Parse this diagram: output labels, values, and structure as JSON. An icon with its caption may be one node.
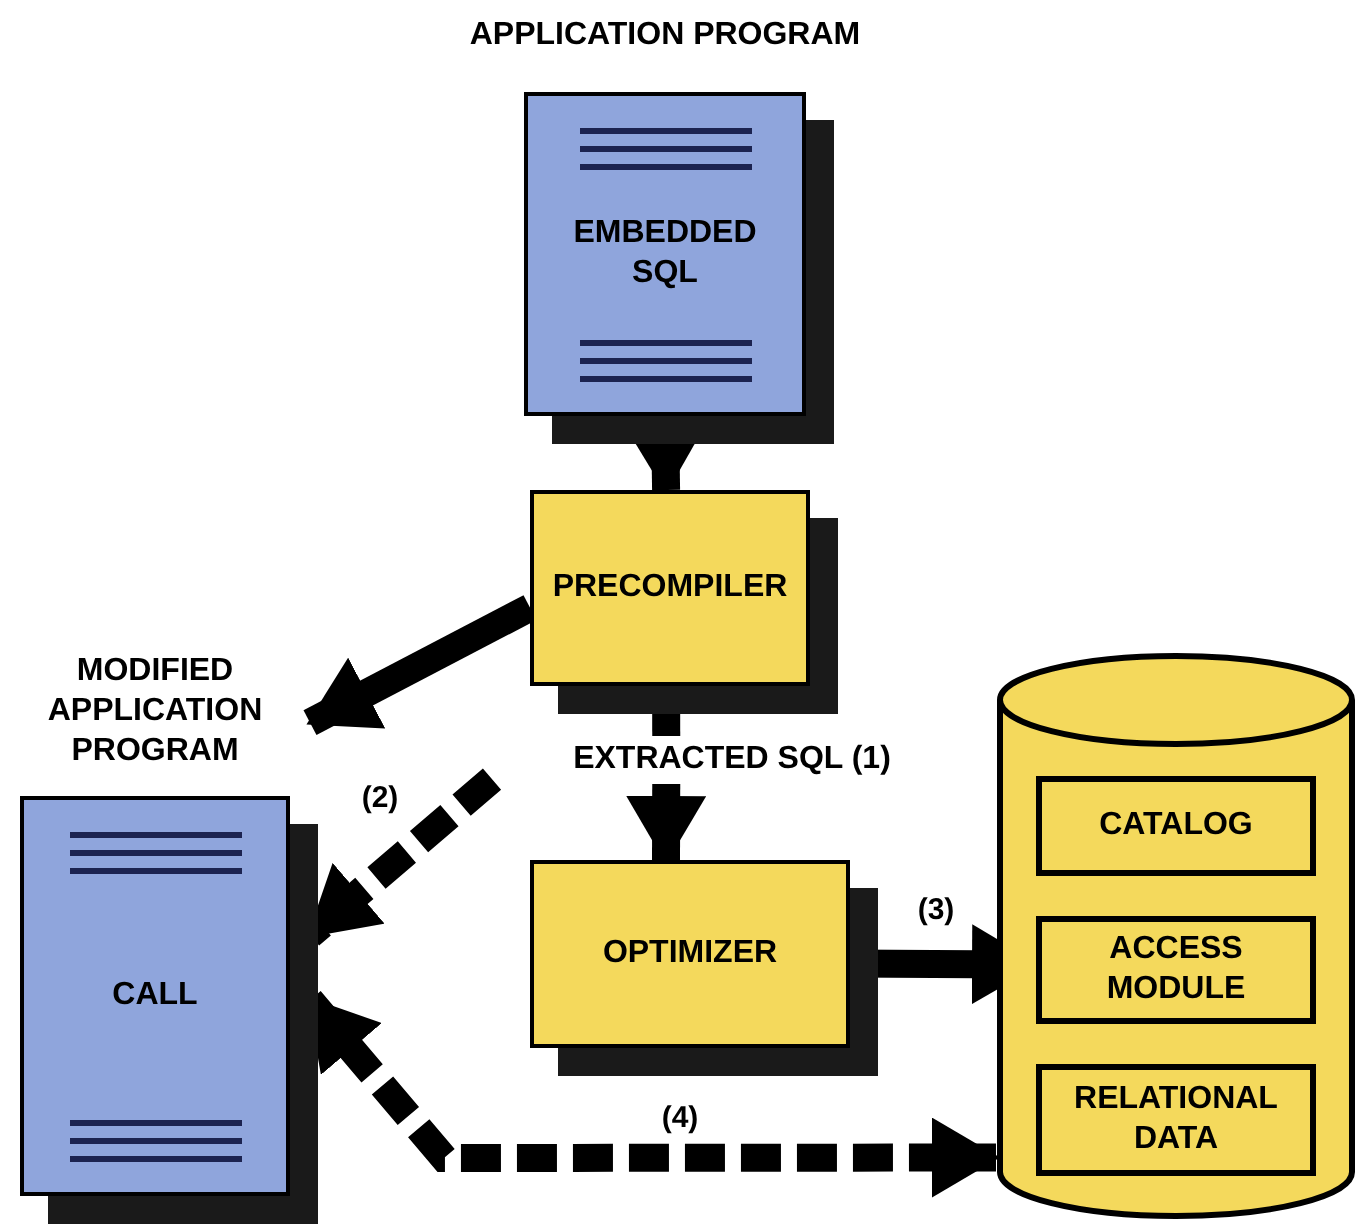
{
  "diagram": {
    "nodes": [
      {
        "text": [
          "APPLICATION PROGRAM",
          "EMBEDDED SQL"
        ]
      },
      {
        "text": [
          "PRECOMPILER"
        ]
      },
      {
        "text": [
          "MODIFIED APPLICATION PROGRAM",
          "CALL"
        ]
      },
      {
        "text": [
          "EXTRACTED SQL (1)"
        ]
      },
      {
        "text": [
          "OPTIMIZER"
        ]
      },
      {
        "text": [],
        "shape": "cylinder"
      },
      {
        "text": [
          "CATALOG"
        ],
        "in": 5
      },
      {
        "text": [
          "ACCESS MODULE"
        ],
        "in": 5
      },
      {
        "text": [
          "RELATIONAL DATA"
        ],
        "in": 5
      }
    ],
    "edges": [
      {
        "from": 0,
        "to": 1,
        "arrow": "to"
      },
      {
        "from": 1,
        "to": 2,
        "arrow": "to"
      },
      {
        "from": 1,
        "to": 3,
        "arrow": "none"
      },
      {
        "from": 3,
        "to": 4,
        "arrow": "to"
      },
      {
        "from": 3,
        "to": 2,
        "arrow": "to",
        "label": "(2)",
        "style": "dashed"
      },
      {
        "from": 4,
        "to": 7,
        "arrow": "to",
        "label": "(3)"
      },
      {
        "from": 2,
        "to": 5,
        "arrow": "both",
        "label": "(4)",
        "style": "dashed"
      }
    ]
  }
}
